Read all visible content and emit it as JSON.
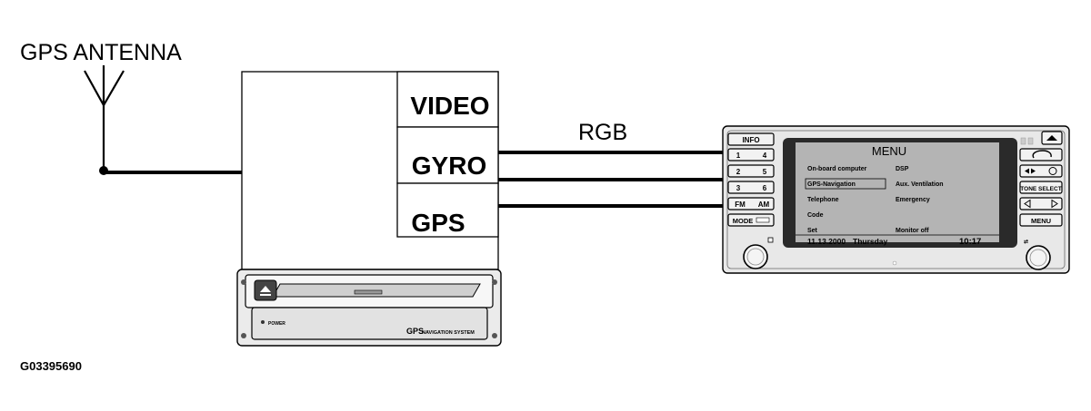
{
  "antenna_label": "GPS ANTENNA",
  "module": {
    "ports": [
      "VIDEO",
      "GYRO",
      "GPS"
    ],
    "front_power_label": "POWER",
    "front_brand": "GPS",
    "front_brand_suffix": "NAVIGATION SYSTEM"
  },
  "rgb_label": "RGB",
  "monitor": {
    "left_buttons": [
      {
        "left": "INFO",
        "right": ""
      },
      {
        "left": "1",
        "right": "4"
      },
      {
        "left": "2",
        "right": "5"
      },
      {
        "left": "3",
        "right": "6"
      },
      {
        "left": "FM",
        "right": "AM"
      },
      {
        "left": "MODE",
        "right": ""
      }
    ],
    "screen_title": "MENU",
    "menu_left": [
      "On-board computer",
      "GPS-Navigation",
      "Telephone",
      "Code",
      "Set"
    ],
    "menu_right": [
      "DSP",
      "Aux. Ventilation",
      "Emergency",
      "",
      "Monitor off"
    ],
    "status_date": "11.13.2000",
    "status_day": "Thursday",
    "status_time": "10:17",
    "right_buttons": [
      "TONE SELECT",
      "MENU"
    ]
  },
  "figure_code": "G03395690",
  "colors": {
    "line": "#000000",
    "device_fill": "#e8e8e8",
    "screen_fill": "#b4b4b4",
    "screen_border": "#2a2a2a",
    "knob_fill": "#f4f4f4"
  }
}
